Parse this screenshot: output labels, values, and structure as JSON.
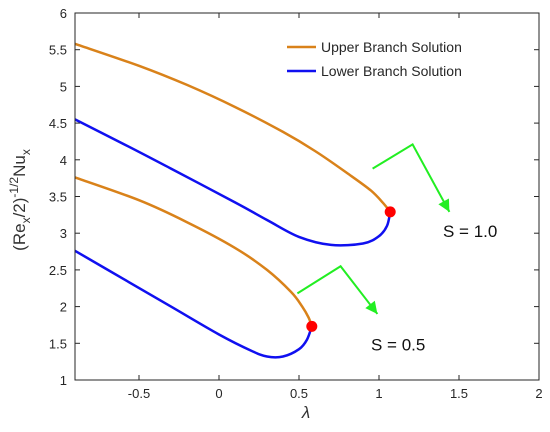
{
  "chart_data": {
    "type": "line",
    "title": "",
    "xlabel": "λ",
    "ylabel_parts": [
      "(Re",
      "x",
      "/2)",
      "-1/2",
      "Nu",
      "x"
    ],
    "xlim": [
      -0.9,
      2
    ],
    "ylim": [
      1,
      6
    ],
    "xticks": [
      -0.5,
      0,
      0.5,
      1,
      1.5,
      2
    ],
    "xtick_labels": [
      "-0.5",
      "0",
      "0.5",
      "1",
      "1.5",
      "2"
    ],
    "yticks": [
      1,
      1.5,
      2,
      2.5,
      3,
      3.5,
      4,
      4.5,
      5,
      5.5,
      6
    ],
    "ytick_labels": [
      "1",
      "1.5",
      "2",
      "2.5",
      "3",
      "3.5",
      "4",
      "4.5",
      "5",
      "5.5",
      "6"
    ],
    "grid": false,
    "legend_position": "top-right",
    "series": [
      {
        "name": "Upper Branch Solution",
        "color": "#D9821A",
        "group": "S = 1.0",
        "x": [
          -0.9,
          -0.5,
          -0.2,
          0.1,
          0.4,
          0.6,
          0.8,
          0.95,
          1.03,
          1.07
        ],
        "y": [
          5.58,
          5.28,
          5.02,
          4.72,
          4.38,
          4.12,
          3.82,
          3.58,
          3.4,
          3.29
        ]
      },
      {
        "name": "Lower Branch Solution",
        "color": "#1010F0",
        "group": "S = 1.0",
        "x": [
          -0.9,
          -0.6,
          -0.3,
          0.1,
          0.3,
          0.5,
          0.7,
          0.9,
          1.0,
          1.05,
          1.07
        ],
        "y": [
          4.55,
          4.22,
          3.88,
          3.42,
          3.18,
          2.95,
          2.84,
          2.86,
          2.96,
          3.1,
          3.29
        ]
      },
      {
        "name": "",
        "color": "#D9821A",
        "group": "S = 0.5",
        "x": [
          -0.9,
          -0.5,
          -0.2,
          0.1,
          0.3,
          0.45,
          0.52,
          0.56,
          0.58
        ],
        "y": [
          3.76,
          3.45,
          3.15,
          2.8,
          2.5,
          2.2,
          2.0,
          1.85,
          1.73
        ]
      },
      {
        "name": "",
        "color": "#1010F0",
        "group": "S = 0.5",
        "x": [
          -0.9,
          -0.6,
          -0.3,
          0.0,
          0.2,
          0.3,
          0.4,
          0.5,
          0.55,
          0.58
        ],
        "y": [
          2.76,
          2.38,
          2.0,
          1.62,
          1.4,
          1.32,
          1.32,
          1.42,
          1.55,
          1.73
        ]
      }
    ],
    "markers": [
      {
        "x": 1.07,
        "y": 3.29,
        "color": "#FF0000"
      },
      {
        "x": 0.58,
        "y": 1.73,
        "color": "#FF0000"
      }
    ],
    "arrow_color": "#22EE22",
    "annotations": [
      {
        "text": "S = 1.0",
        "points": [
          [
            0.96,
            3.88
          ],
          [
            1.21,
            4.21
          ],
          [
            1.0,
            4.21
          ]
        ],
        "arrow_to": [
          1.44,
          3.29
        ],
        "label_at": [
          1.4,
          2.95
        ]
      },
      {
        "text": "S = 0.5",
        "points": [
          [
            0.49,
            2.18
          ],
          [
            0.76,
            2.55
          ],
          [
            0.76,
            2.55
          ]
        ],
        "arrow_to": [
          0.99,
          1.9
        ],
        "label_at": [
          0.95,
          1.4
        ]
      }
    ]
  }
}
